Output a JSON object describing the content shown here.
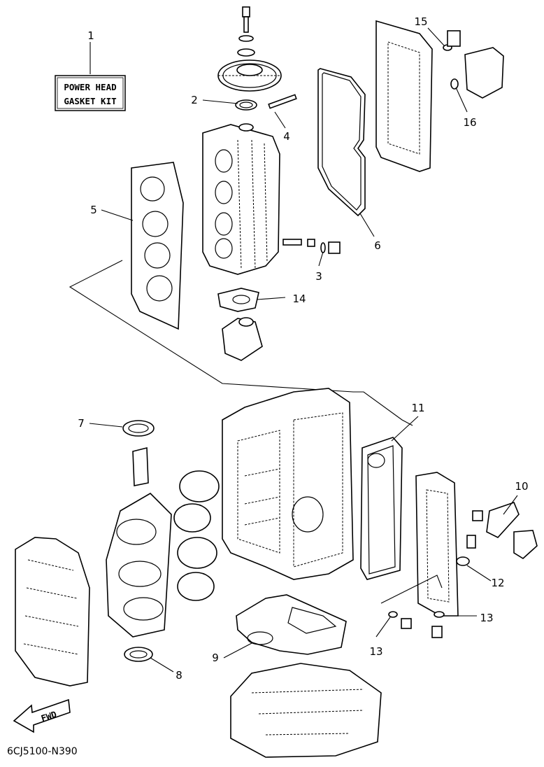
{
  "kit_box": {
    "line1": "POWER HEAD",
    "line2": "GASKET KIT"
  },
  "diagram_code": "6CJ5100-N390",
  "fwd_label": "FWD",
  "callouts": [
    "1",
    "2",
    "3",
    "4",
    "5",
    "6",
    "7",
    "8",
    "9",
    "10",
    "11",
    "12",
    "13",
    "13",
    "14",
    "15",
    "16"
  ]
}
